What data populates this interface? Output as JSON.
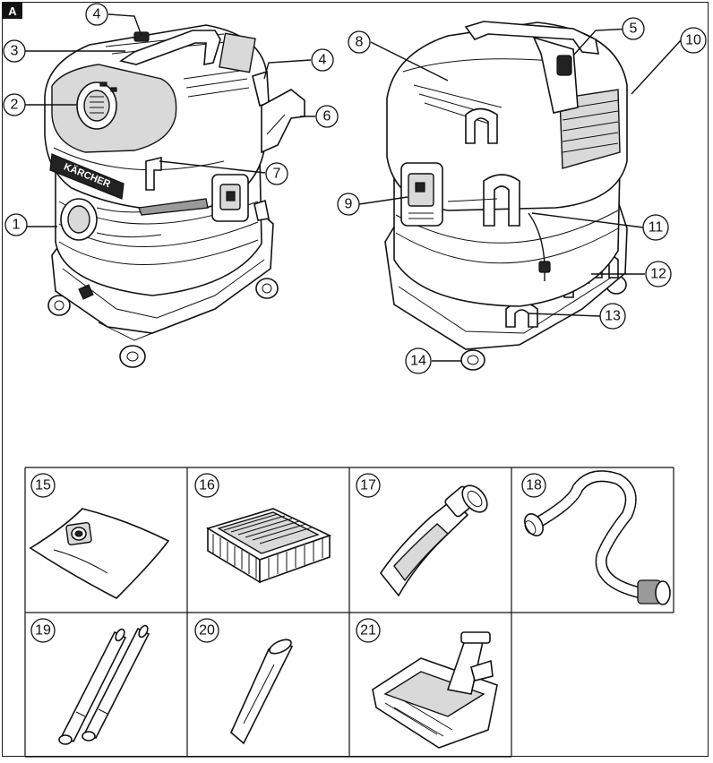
{
  "figure": {
    "section_label": "A",
    "callouts": [
      {
        "number": "1"
      },
      {
        "number": "2"
      },
      {
        "number": "3"
      },
      {
        "number": "4"
      },
      {
        "number": "4"
      },
      {
        "number": "5"
      },
      {
        "number": "6"
      },
      {
        "number": "7"
      },
      {
        "number": "8"
      },
      {
        "number": "9"
      },
      {
        "number": "10"
      },
      {
        "number": "11"
      },
      {
        "number": "12"
      },
      {
        "number": "13"
      },
      {
        "number": "14"
      }
    ],
    "brand_text": "KÄRCHER",
    "accessories": [
      {
        "number": "15",
        "icon": "filter-bag-icon"
      },
      {
        "number": "16",
        "icon": "flat-pleated-filter-icon"
      },
      {
        "number": "17",
        "icon": "hose-handle-icon"
      },
      {
        "number": "18",
        "icon": "suction-hose-icon"
      },
      {
        "number": "19",
        "icon": "suction-tubes-icon"
      },
      {
        "number": "20",
        "icon": "crevice-nozzle-icon"
      },
      {
        "number": "21",
        "icon": "floor-nozzle-icon"
      }
    ]
  }
}
